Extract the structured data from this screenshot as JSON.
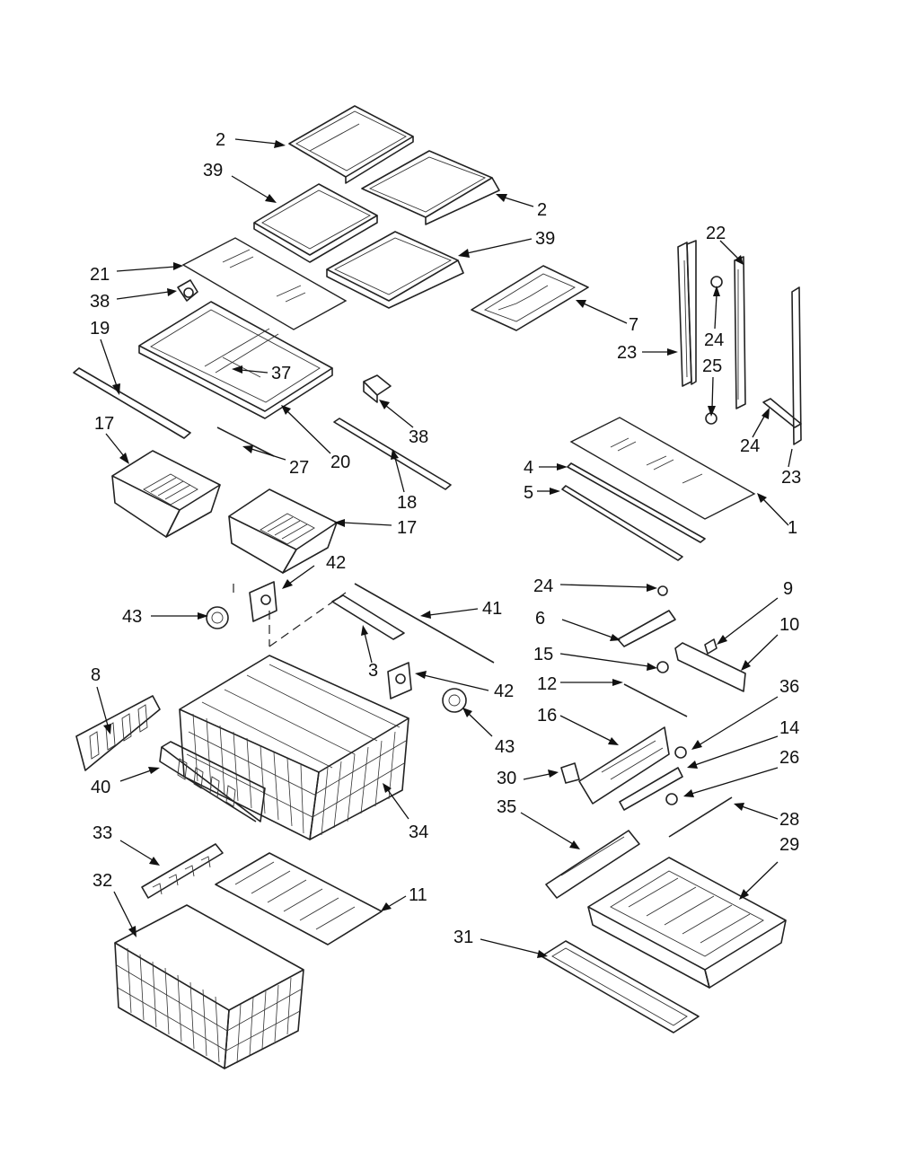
{
  "callouts": {
    "c2a": "2",
    "c39a": "39",
    "c2b": "2",
    "c39b": "39",
    "c21": "21",
    "c38a": "38",
    "c19": "19",
    "c37": "37",
    "c38b": "38",
    "c17a": "17",
    "c27": "27",
    "c20": "20",
    "c18": "18",
    "c17b": "17",
    "c7": "7",
    "c22": "22",
    "c24a": "24",
    "c23a": "23",
    "c25": "25",
    "c24b": "24",
    "c23b": "23",
    "c4": "4",
    "c5": "5",
    "c1": "1",
    "c42a": "42",
    "c43a": "43",
    "c41": "41",
    "c3": "3",
    "c42b": "42",
    "c43b": "43",
    "c8": "8",
    "c40": "40",
    "c34": "34",
    "c24c": "24",
    "c9": "9",
    "c6": "6",
    "c10": "10",
    "c15": "15",
    "c12": "12",
    "c36": "36",
    "c16": "16",
    "c14": "14",
    "c30": "30",
    "c26": "26",
    "c35": "35",
    "c28": "28",
    "c29": "29",
    "c33": "33",
    "c32": "32",
    "c11": "11",
    "c31": "31"
  }
}
